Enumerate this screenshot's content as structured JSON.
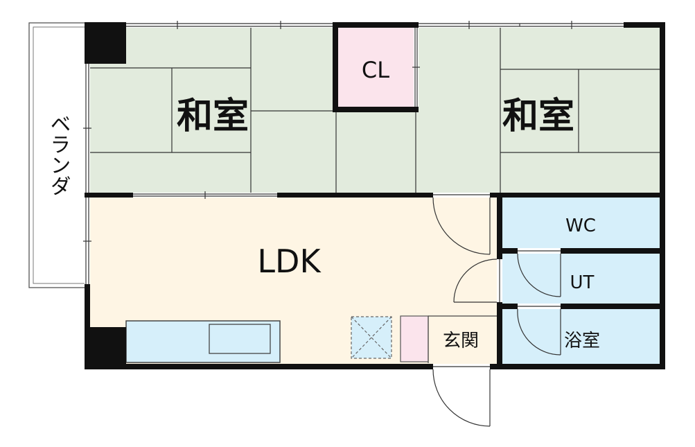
{
  "floor_plan": {
    "rooms": {
      "washitsu_left": {
        "label": "和室"
      },
      "washitsu_right": {
        "label": "和室"
      },
      "closet": {
        "label": "CL"
      },
      "ldk": {
        "label": "LDK"
      },
      "wc": {
        "label": "WC"
      },
      "ut": {
        "label": "UT"
      },
      "bath": {
        "label": "浴室"
      },
      "entrance": {
        "label": "玄関"
      }
    },
    "balcony": {
      "label": "ベランダ"
    }
  },
  "colors": {
    "tatami": "#e2ebdd",
    "closet": "#fbe4ec",
    "ldk": "#fef5e4",
    "wet_area": "#d6effa",
    "kitchen": "#d6effa",
    "shoe_box": "#fbe4ec",
    "wall": "#111111"
  }
}
